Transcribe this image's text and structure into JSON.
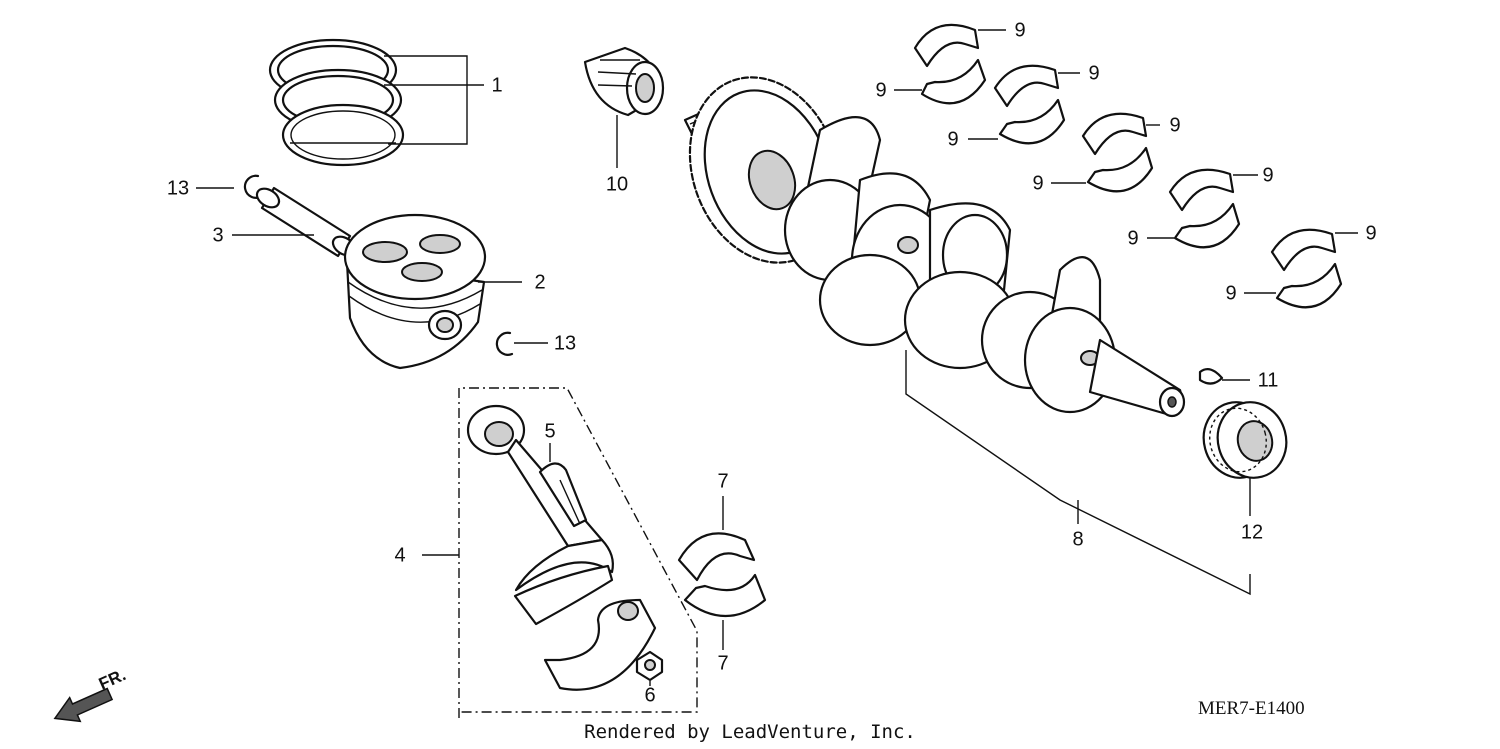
{
  "callouts": {
    "piston_rings": "1",
    "piston": "2",
    "piston_pin": "3",
    "connecting_rod": "4",
    "rod_bolt": "5",
    "rod_nut": "6",
    "rod_bearing_top": "7",
    "rod_bearing_bottom": "7",
    "crankshaft": "8",
    "main_bearings": [
      "9",
      "9",
      "9",
      "9",
      "9",
      "9",
      "9",
      "9",
      "9",
      "9"
    ],
    "gear": "10",
    "woodruff_key": "11",
    "crank_bearing": "12",
    "clip_top": "13",
    "clip_bottom": "13"
  },
  "direction_label": "FR.",
  "diagram_code": "MER7-E1400",
  "credit": "Rendered by LeadVenture, Inc.",
  "colors": {
    "line": "#111111",
    "fill": "#ffffff",
    "shade": "#cfcfcf"
  }
}
